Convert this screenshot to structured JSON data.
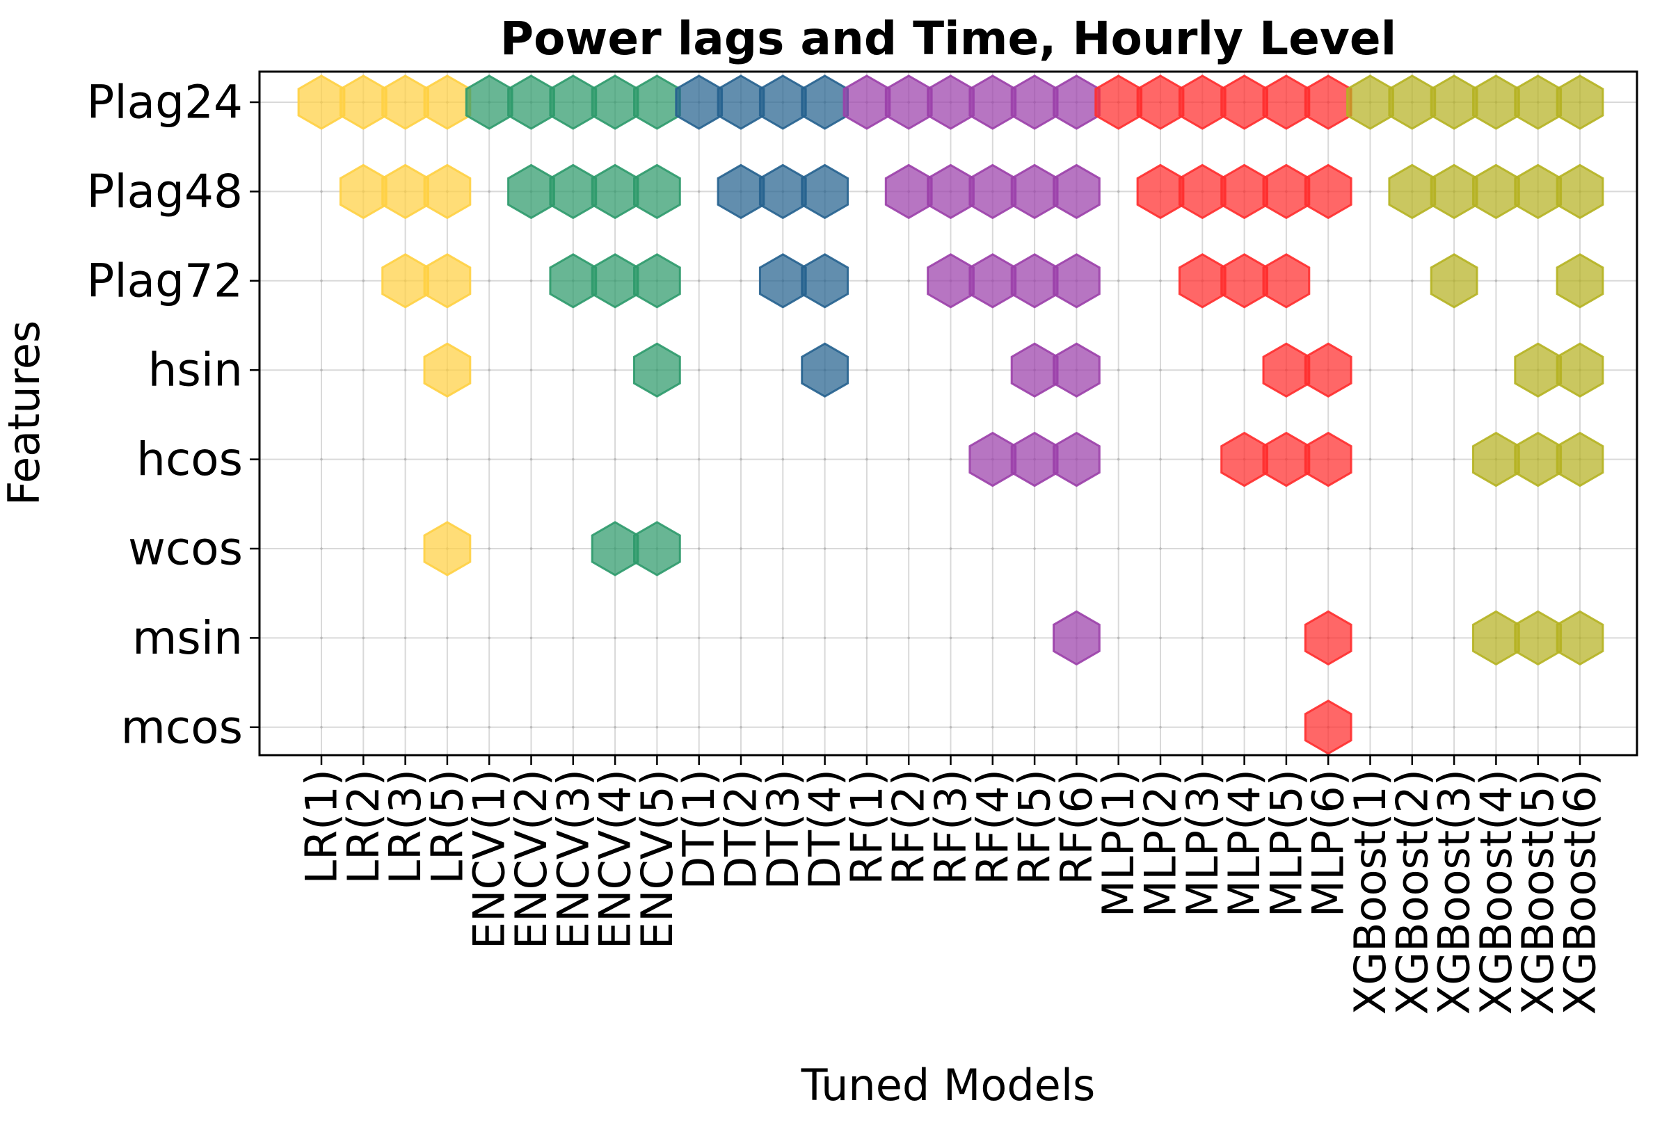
{
  "chart_data": {
    "type": "scatter",
    "marker": "hexagon",
    "title": "Power lags and Time, Hourly Level",
    "xlabel": "Tuned Models",
    "ylabel": "Features",
    "grid": true,
    "categories": [
      "LR(1)",
      "LR(2)",
      "LR(3)",
      "LR(5)",
      "ENCV(1)",
      "ENCV(2)",
      "ENCV(3)",
      "ENCV(4)",
      "ENCV(5)",
      "DT(1)",
      "DT(2)",
      "DT(3)",
      "DT(4)",
      "RF(1)",
      "RF(2)",
      "RF(3)",
      "RF(4)",
      "RF(5)",
      "RF(6)",
      "MLP(1)",
      "MLP(2)",
      "MLP(3)",
      "MLP(4)",
      "MLP(5)",
      "MLP(6)",
      "XGBoost(1)",
      "XGBoost(2)",
      "XGBoost(3)",
      "XGBoost(4)",
      "XGBoost(5)",
      "XGBoost(6)"
    ],
    "features": [
      "Plag24",
      "Plag48",
      "Plag72",
      "hsin",
      "hcos",
      "wcos",
      "msin",
      "mcos"
    ],
    "model_groups": [
      {
        "name": "LR",
        "color": "#ffd042"
      },
      {
        "name": "ENCV",
        "color": "#2e9a6b"
      },
      {
        "name": "DT",
        "color": "#26628f"
      },
      {
        "name": "RF",
        "color": "#9b40aa"
      },
      {
        "name": "MLP",
        "color": "#ff2d2d"
      },
      {
        "name": "XGBoost",
        "color": "#b5b222"
      }
    ],
    "selected": {
      "LR(1)": [
        "Plag24"
      ],
      "LR(2)": [
        "Plag24",
        "Plag48"
      ],
      "LR(3)": [
        "Plag24",
        "Plag48",
        "Plag72"
      ],
      "LR(5)": [
        "Plag24",
        "Plag48",
        "Plag72",
        "hsin",
        "wcos"
      ],
      "ENCV(1)": [
        "Plag24"
      ],
      "ENCV(2)": [
        "Plag24",
        "Plag48"
      ],
      "ENCV(3)": [
        "Plag24",
        "Plag48",
        "Plag72"
      ],
      "ENCV(4)": [
        "Plag24",
        "Plag48",
        "Plag72",
        "wcos"
      ],
      "ENCV(5)": [
        "Plag24",
        "Plag48",
        "Plag72",
        "hsin",
        "wcos"
      ],
      "DT(1)": [
        "Plag24"
      ],
      "DT(2)": [
        "Plag24",
        "Plag48"
      ],
      "DT(3)": [
        "Plag24",
        "Plag48",
        "Plag72"
      ],
      "DT(4)": [
        "Plag24",
        "Plag48",
        "Plag72",
        "hsin"
      ],
      "RF(1)": [
        "Plag24"
      ],
      "RF(2)": [
        "Plag24",
        "Plag48"
      ],
      "RF(3)": [
        "Plag24",
        "Plag48",
        "Plag72"
      ],
      "RF(4)": [
        "Plag24",
        "Plag48",
        "Plag72",
        "hcos"
      ],
      "RF(5)": [
        "Plag24",
        "Plag48",
        "Plag72",
        "hsin",
        "hcos"
      ],
      "RF(6)": [
        "Plag24",
        "Plag48",
        "Plag72",
        "hsin",
        "hcos",
        "msin"
      ],
      "MLP(1)": [
        "Plag24"
      ],
      "MLP(2)": [
        "Plag24",
        "Plag48"
      ],
      "MLP(3)": [
        "Plag24",
        "Plag48",
        "Plag72"
      ],
      "MLP(4)": [
        "Plag24",
        "Plag48",
        "Plag72",
        "hcos"
      ],
      "MLP(5)": [
        "Plag24",
        "Plag48",
        "Plag72",
        "hsin",
        "hcos"
      ],
      "MLP(6)": [
        "Plag24",
        "Plag48",
        "hsin",
        "hcos",
        "msin",
        "mcos"
      ],
      "XGBoost(1)": [
        "Plag24"
      ],
      "XGBoost(2)": [
        "Plag24",
        "Plag48"
      ],
      "XGBoost(3)": [
        "Plag24",
        "Plag48",
        "Plag72"
      ],
      "XGBoost(4)": [
        "Plag24",
        "Plag48",
        "hcos",
        "msin"
      ],
      "XGBoost(5)": [
        "Plag24",
        "Plag48",
        "hsin",
        "hcos",
        "msin"
      ],
      "XGBoost(6)": [
        "Plag24",
        "Plag48",
        "Plag72",
        "hsin",
        "hcos",
        "msin"
      ]
    }
  }
}
